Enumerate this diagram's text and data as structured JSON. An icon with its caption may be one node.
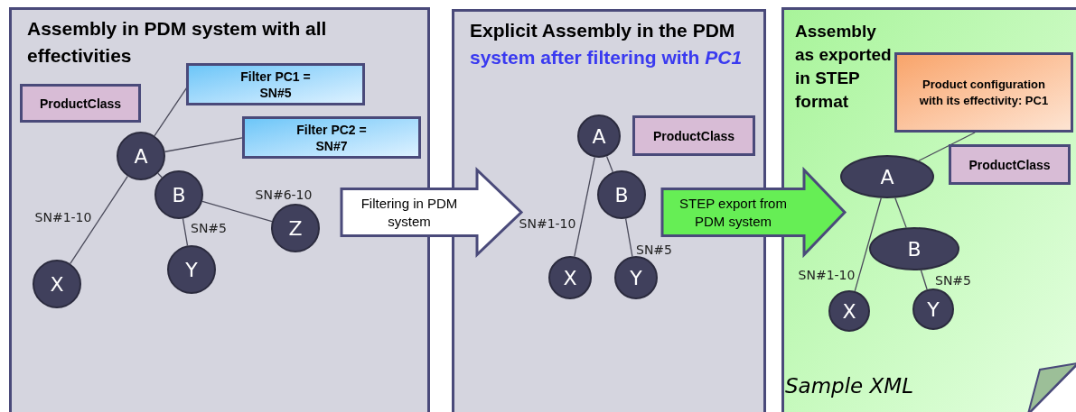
{
  "diagram": {
    "nodes": [
      {
        "text": [
          "Assembly in PDM system with all effectivities"
        ]
      },
      {
        "text": [
          "Filter PC1 = SN#5"
        ],
        "in": 0
      },
      {
        "text": [
          "ProductClass"
        ],
        "in": 0
      },
      {
        "text": [
          "Filter PC2 = SN#7"
        ],
        "in": 0
      },
      {
        "text": [
          "A"
        ],
        "in": 0
      },
      {
        "text": [
          "B"
        ],
        "in": 0
      },
      {
        "text": [
          "Z"
        ],
        "in": 0
      },
      {
        "text": [
          "Y"
        ],
        "in": 0
      },
      {
        "text": [
          "X"
        ],
        "in": 0
      },
      {
        "text": [
          "Explicit Assembly in the PDM",
          "system after filtering with *PC1*"
        ]
      },
      {
        "text": [
          "A"
        ],
        "in": 9
      },
      {
        "text": [
          "ProductClass"
        ],
        "in": 9
      },
      {
        "text": [
          "B"
        ],
        "in": 9
      },
      {
        "text": [
          "X"
        ],
        "in": 9
      },
      {
        "text": [
          "Y"
        ],
        "in": 9
      },
      {
        "text": [
          "Assembly as exported in STEP format",
          "Sample XML"
        ]
      },
      {
        "text": [
          "Product configuration with its effectivity: PC1"
        ],
        "in": 15
      },
      {
        "text": [
          "A"
        ],
        "in": 15
      },
      {
        "text": [
          "ProductClass"
        ],
        "in": 15
      },
      {
        "text": [
          "B"
        ],
        "in": 15
      },
      {
        "text": [
          "X"
        ],
        "in": 15
      },
      {
        "text": [
          "Y"
        ],
        "in": 15
      }
    ],
    "edges": [
      {
        "from": 4,
        "to": 1,
        "arrow": "none"
      },
      {
        "from": 4,
        "to": 3,
        "arrow": "none"
      },
      {
        "from": 4,
        "to": 5,
        "arrow": "none"
      },
      {
        "from": 4,
        "to": 8,
        "arrow": "none",
        "label": "SN#1-10"
      },
      {
        "from": 5,
        "to": 7,
        "arrow": "none",
        "label": "SN#5"
      },
      {
        "from": 5,
        "to": 6,
        "arrow": "none",
        "label": "SN#6-10"
      },
      {
        "from": 10,
        "to": 12,
        "arrow": "none"
      },
      {
        "from": 10,
        "to": 13,
        "arrow": "none",
        "label": "SN#1-10"
      },
      {
        "from": 12,
        "to": 14,
        "arrow": "none",
        "label": "SN#5"
      },
      {
        "from": 17,
        "to": 16,
        "arrow": "none"
      },
      {
        "from": 17,
        "to": 19,
        "arrow": "none"
      },
      {
        "from": 17,
        "to": 20,
        "arrow": "none",
        "label": "SN#1-10"
      },
      {
        "from": 19,
        "to": 21,
        "arrow": "none",
        "label": "SN#5"
      },
      {
        "from": 0,
        "to": 9,
        "arrow": "to",
        "label": "Filtering in PDM system",
        "style": "thick"
      },
      {
        "from": 9,
        "to": 15,
        "arrow": "to",
        "label": "STEP export from PDM system",
        "style": "thick",
        "color": "#66ee55"
      }
    ]
  }
}
